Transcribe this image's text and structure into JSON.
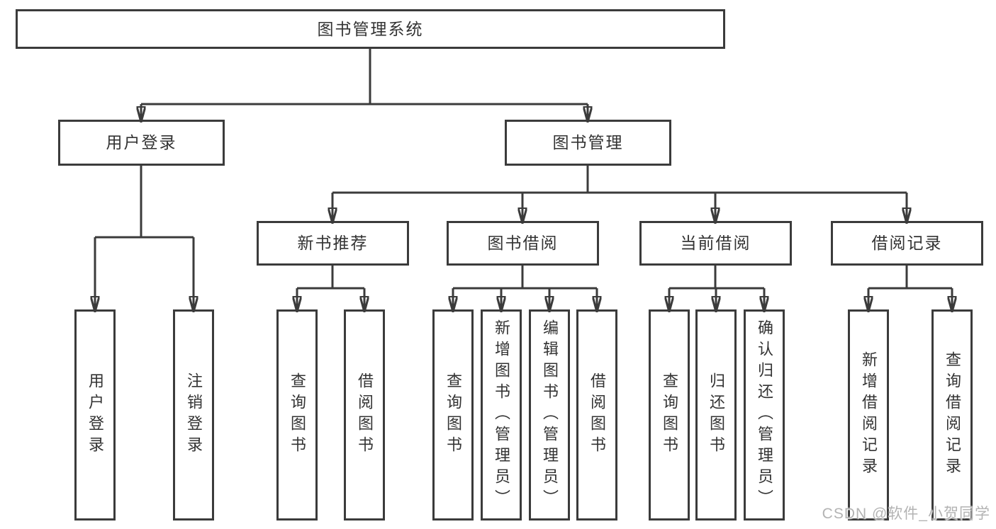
{
  "diagram": {
    "root": {
      "label": "图书管理系统"
    },
    "level2": [
      {
        "label": "用户登录"
      },
      {
        "label": "图书管理"
      }
    ],
    "level3": [
      {
        "label": "新书推荐"
      },
      {
        "label": "图书借阅"
      },
      {
        "label": "当前借阅"
      },
      {
        "label": "借阅记录"
      }
    ],
    "leaves": {
      "user_login": [
        {
          "label": "用户登录"
        },
        {
          "label": "注销登录"
        }
      ],
      "new_book": [
        {
          "label": "查询图书"
        },
        {
          "label": "借阅图书"
        }
      ],
      "book_borrow": [
        {
          "label": "查询图书"
        },
        {
          "label": "新增图书（管理员）"
        },
        {
          "label": "编辑图书（管理员）"
        },
        {
          "label": "借阅图书"
        }
      ],
      "current_borrow": [
        {
          "label": "查询图书"
        },
        {
          "label": "归还图书"
        },
        {
          "label": "确认归还（管理员）"
        }
      ],
      "records": [
        {
          "label": "新增借阅记录"
        },
        {
          "label": "查询借阅记录"
        }
      ]
    }
  },
  "watermark": {
    "text": "CSDN @软件_小贺同学"
  },
  "colors": {
    "line": "#3b3b3b",
    "text": "#333333",
    "background": "#ffffff",
    "watermark": "#b3b3b3"
  }
}
